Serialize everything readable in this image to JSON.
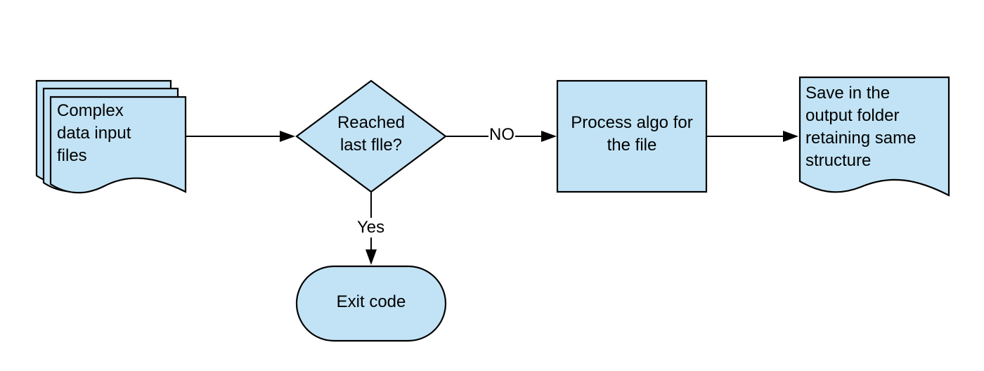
{
  "colors": {
    "node_fill": "#c2e3f5",
    "stroke": "#000000",
    "background": "#ffffff"
  },
  "nodes": {
    "input_files": {
      "shape": "multi-document",
      "text": "Complex\ndata input\nfiles"
    },
    "decision": {
      "shape": "decision",
      "text": "Reached\nlast flle?"
    },
    "process": {
      "shape": "process",
      "text": "Process algo for\nthe file"
    },
    "output": {
      "shape": "document",
      "text": "Save in the\noutput folder\nretaining same\nstructure"
    },
    "exit": {
      "shape": "terminator",
      "text": "Exit code"
    }
  },
  "edges": {
    "input_to_decision": {
      "label": ""
    },
    "decision_to_process": {
      "label": "NO"
    },
    "process_to_output": {
      "label": ""
    },
    "decision_to_exit": {
      "label": "Yes"
    }
  }
}
